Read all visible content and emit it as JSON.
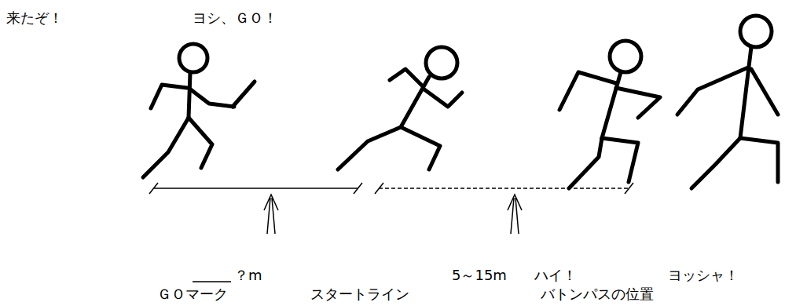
{
  "diagram": {
    "labels": [
      "来たぞ！",
      "ヨシ、ＧＯ！",
      "？m",
      "5～15m",
      "ハイ！",
      "ヨッシャ！",
      "ＧＯマーク",
      "スタートライン",
      "バトンパスの位置"
    ]
  }
}
